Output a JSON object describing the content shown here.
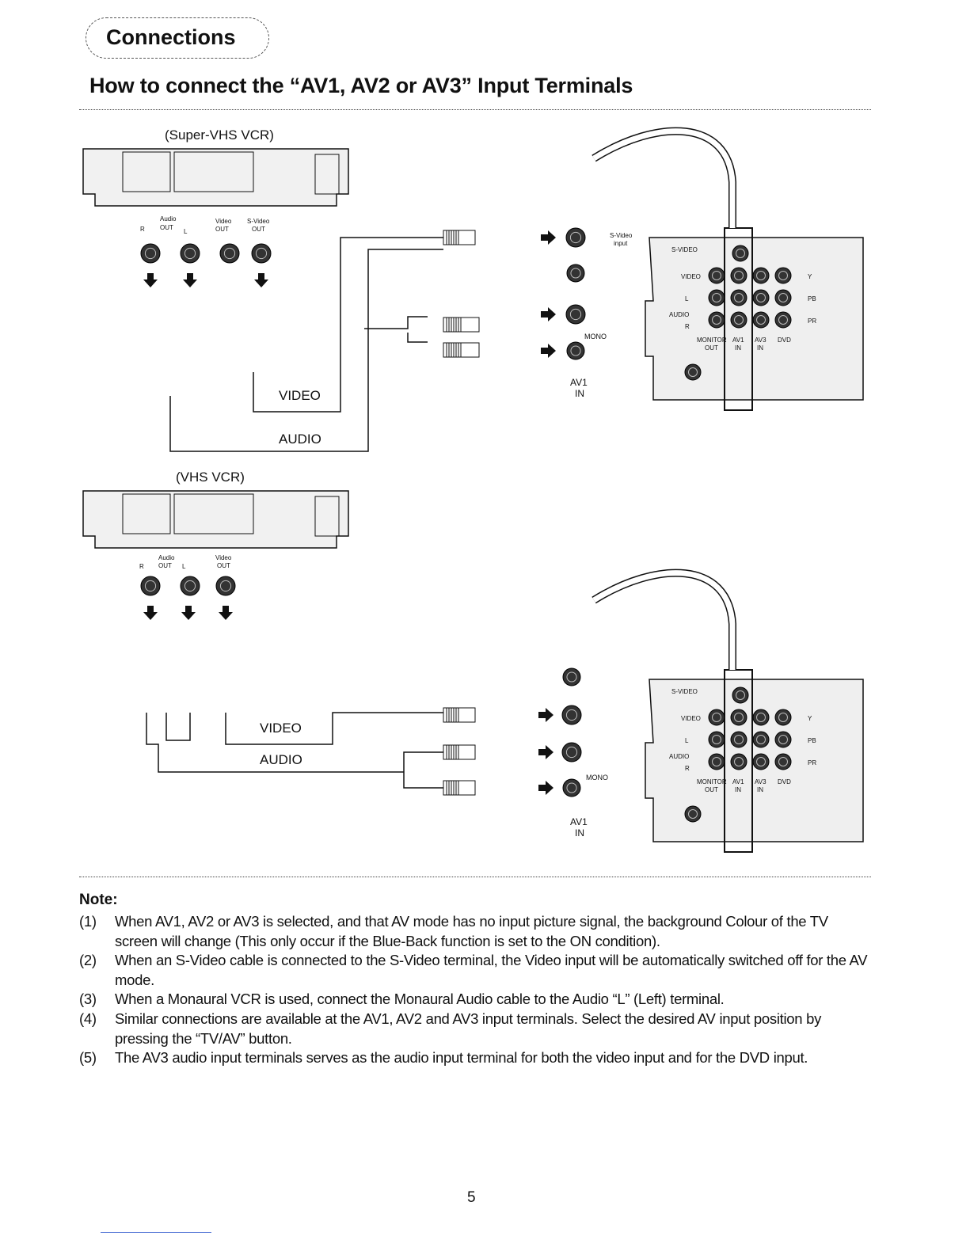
{
  "section_tag": "Connections",
  "heading": "How to connect the “AV1, AV2 or AV3” Input Terminals",
  "diagram1": {
    "vcr_label": "(Super-VHS VCR)",
    "audio_out": "Audio",
    "audio_out2": "OUT",
    "r": "R",
    "l": "L",
    "video_out": "Video",
    "video_out2": "OUT",
    "svideo_out": "S-Video",
    "svideo_out2": "OUT",
    "cable_video": "VIDEO",
    "cable_audio": "AUDIO",
    "svideo_input": "S-Video",
    "svideo_input2": "input",
    "mono": "MONO",
    "av1": "AV1",
    "in": "IN"
  },
  "diagram2": {
    "vcr_label": "(VHS VCR)",
    "audio_out": "Audio",
    "audio_out2": "OUT",
    "r": "R",
    "l": "L",
    "video_out": "Video",
    "video_out2": "OUT",
    "cable_video": "VIDEO",
    "cable_audio": "AUDIO",
    "mono": "MONO",
    "av1": "AV1",
    "in": "IN"
  },
  "tv_panel": {
    "svideo": "S-VIDEO",
    "video": "VIDEO",
    "audio": "AUDIO",
    "l": "L",
    "r": "R",
    "monitor_out": "MONITOR",
    "monitor_out2": "OUT",
    "av1": "AV1",
    "av1_2": "IN",
    "av3": "AV3",
    "av3_2": "IN",
    "dvd": "DVD",
    "y": "Y",
    "pb": "PB",
    "pr": "PR"
  },
  "note": {
    "title": "Note:",
    "items": [
      {
        "num": "(1)",
        "text": "When AV1, AV2 or AV3 is selected, and that AV mode has no input picture signal, the background Colour of the TV screen will change (This only occur if the Blue-Back function is set to the ON condition)."
      },
      {
        "num": "(2)",
        "text": "When an S-Video cable is connected to the S-Video terminal, the Video input will be automatically switched off for the AV mode."
      },
      {
        "num": "(3)",
        "text": "When a Monaural VCR is used, connect the Monaural Audio cable to the Audio “L” (Left) terminal."
      },
      {
        "num": "(4)",
        "text": "Similar connections are available at the AV1, AV2 and AV3 input terminals. Select the desired AV input position by pressing the “TV/AV” button."
      },
      {
        "num": "(5)",
        "text": "The AV3 audio input terminals serves as the audio input terminal for both the video input and for the DVD input."
      }
    ]
  },
  "page_number": "5"
}
